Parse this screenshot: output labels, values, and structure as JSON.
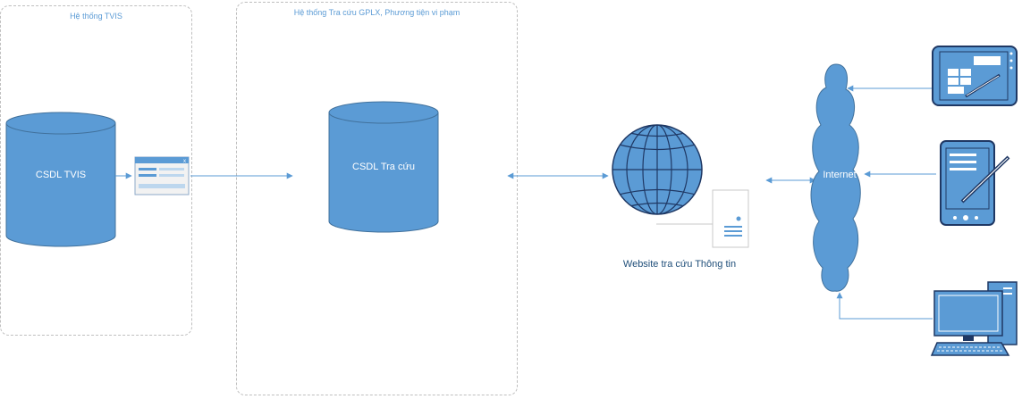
{
  "groups": {
    "tvis_title": "Hệ thống TVIS",
    "lookup_title": "Hệ thống Tra cứu GPLX, Phương tiện vi phạm"
  },
  "nodes": {
    "csdl_tvis": "CSDL TVIS",
    "csdl_tracuu": "CSDL Tra cứu",
    "website": "Website tra cứu Thông tin",
    "internet": "Internet"
  },
  "colors": {
    "node_fill": "#5b9bd5",
    "node_stroke": "#41719c",
    "arrow": "#5b9bd5",
    "group_border": "#bfbfbf"
  },
  "icons": {
    "form": "form-window-icon",
    "globe": "globe-icon",
    "server": "server-icon",
    "cloud": "cloud-icon",
    "tablet": "tablet-icon",
    "pda": "pda-icon",
    "desktop": "desktop-computer-icon"
  }
}
